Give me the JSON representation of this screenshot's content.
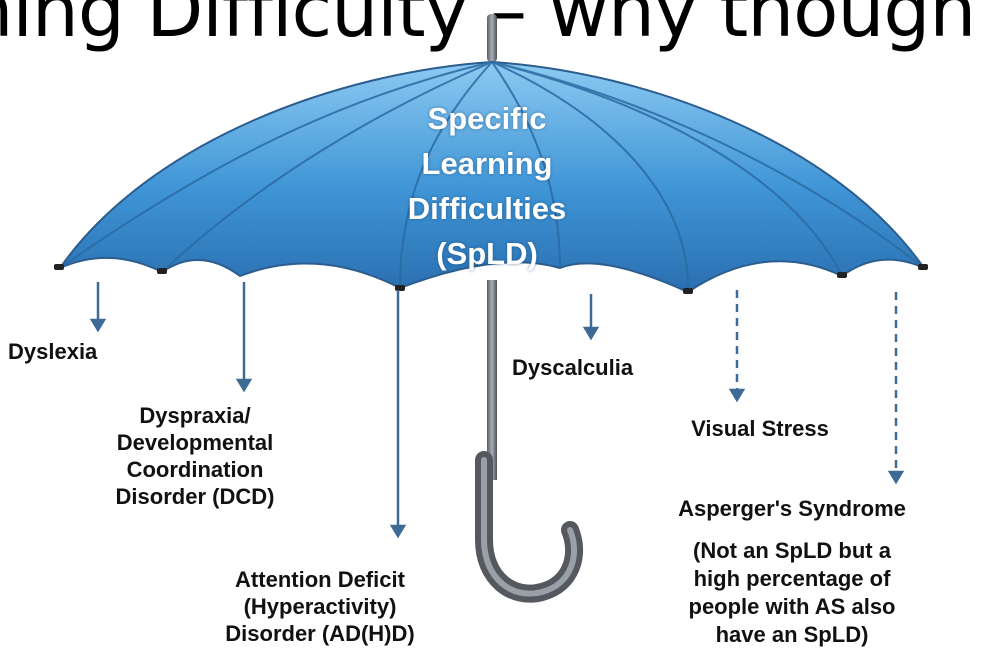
{
  "slide": {
    "title": "hing Difficulty – why though?"
  },
  "umbrella": {
    "center_lines": [
      "Specific",
      "Learning",
      "Difficulties",
      "(SpLD)"
    ],
    "canopy_color": "#3f95d6",
    "canopy_dark": "#2a6fb0",
    "canopy_light": "#8ccaf2",
    "arrow_color": "#3d6b95"
  },
  "labels": {
    "dyslexia": [
      "Dyslexia"
    ],
    "dyspraxia": [
      "Dyspraxia/",
      "Developmental",
      "Coordination",
      "Disorder (DCD)"
    ],
    "adhd": [
      "Attention Deficit",
      "(Hyperactivity)",
      "Disorder (AD(H)D)"
    ],
    "dyscalculia": [
      "Dyscalculia"
    ],
    "visual_stress": [
      "Visual Stress"
    ],
    "asperger_title": [
      "Asperger's Syndrome"
    ],
    "asperger_note": [
      "(Not an SpLD but a",
      "high percentage of",
      "people with AS also",
      "have an SpLD)"
    ]
  }
}
